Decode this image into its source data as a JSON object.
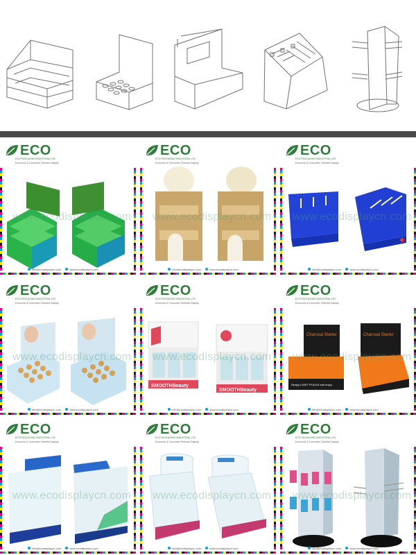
{
  "sketches": [
    {
      "name": "tiered-tray-display-sketch"
    },
    {
      "name": "hole-tray-display-sketch"
    },
    {
      "name": "header-window-display-sketch"
    },
    {
      "name": "peg-hook-display-sketch"
    },
    {
      "name": "rotating-hook-stand-sketch"
    }
  ],
  "brand": {
    "logo_text": "ECO",
    "company": "ECO PACKAGING INDUSTRIAL LTD",
    "tagline": "Economic & Consumer Oriented Display",
    "watermark": "www.ecodisplaycn.com",
    "email": "info@ecodisplaycn.com",
    "website": "www.ecodisplaycn.com",
    "green": "#2f7d3a"
  },
  "cards": [
    {
      "id": "green-step-tray",
      "colors": {
        "main": "#2fae3b",
        "side": "#1e8f8c"
      }
    },
    {
      "id": "kraft-tier-stand",
      "colors": {
        "main": "#c8a36a",
        "side": "#e6cf9e"
      }
    },
    {
      "id": "blue-hook-tray",
      "colors": {
        "main": "#1e3fd0",
        "side": "#2b57ea"
      }
    },
    {
      "id": "cosmetic-hole-tray",
      "colors": {
        "main": "#cfe6f2",
        "side": "#a9d2e6"
      }
    },
    {
      "id": "smooth-beauty-tray",
      "header": "SMOOTHBeauty",
      "colors": {
        "main": "#f2f2f2",
        "accent": "#e0475a"
      }
    },
    {
      "id": "charcoal-starter-tray",
      "header": "Charcoal Starter",
      "footer": "Simply LIGHT POUCH and enjoy",
      "colors": {
        "main": "#1b1b1b",
        "accent": "#f07a1a"
      }
    },
    {
      "id": "tall-header-tray",
      "colors": {
        "main": "#e8f2f7",
        "accent": "#1f3e9c"
      }
    },
    {
      "id": "white-header-tray",
      "colors": {
        "main": "#eef6f9",
        "accent": "#c43a6f"
      }
    },
    {
      "id": "spinner-hook-stand",
      "colors": {
        "main": "#d9e2e8",
        "accent": "#111111"
      }
    }
  ]
}
